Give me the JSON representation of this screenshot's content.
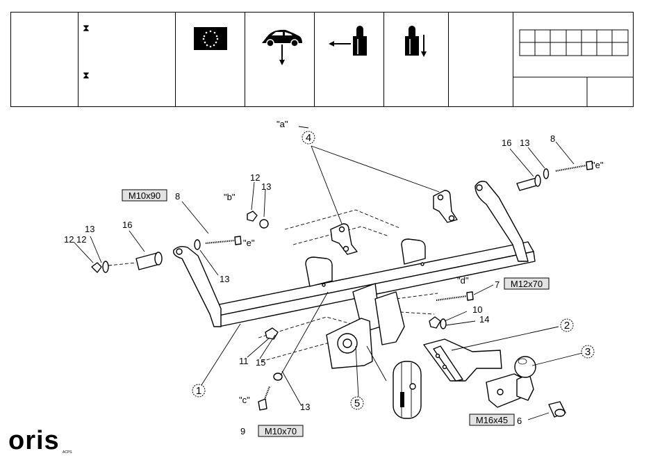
{
  "header": {
    "approval_glyph": "⧗",
    "icons": [
      "eu-flag-icon",
      "car-load-icon",
      "horizontal-force-icon",
      "vertical-load-icon"
    ]
  },
  "parts": {
    "circled": [
      "1",
      "2",
      "3",
      "4",
      "5"
    ],
    "numbers": [
      "6",
      "7",
      "8",
      "8",
      "9",
      "10",
      "11",
      "12",
      "12",
      "12",
      "13",
      "13",
      "13",
      "13",
      "13",
      "14",
      "15",
      "16",
      "16"
    ],
    "refs": [
      "\"a\"",
      "\"b\"",
      "\"c\"",
      "\"d\"",
      "\"e\"",
      "\"e\""
    ],
    "bolt_specs": [
      "M10x90",
      "M12x70",
      "M16x45",
      "M10x70"
    ]
  },
  "logo": {
    "brand": "oris",
    "sub": "ACPS"
  }
}
